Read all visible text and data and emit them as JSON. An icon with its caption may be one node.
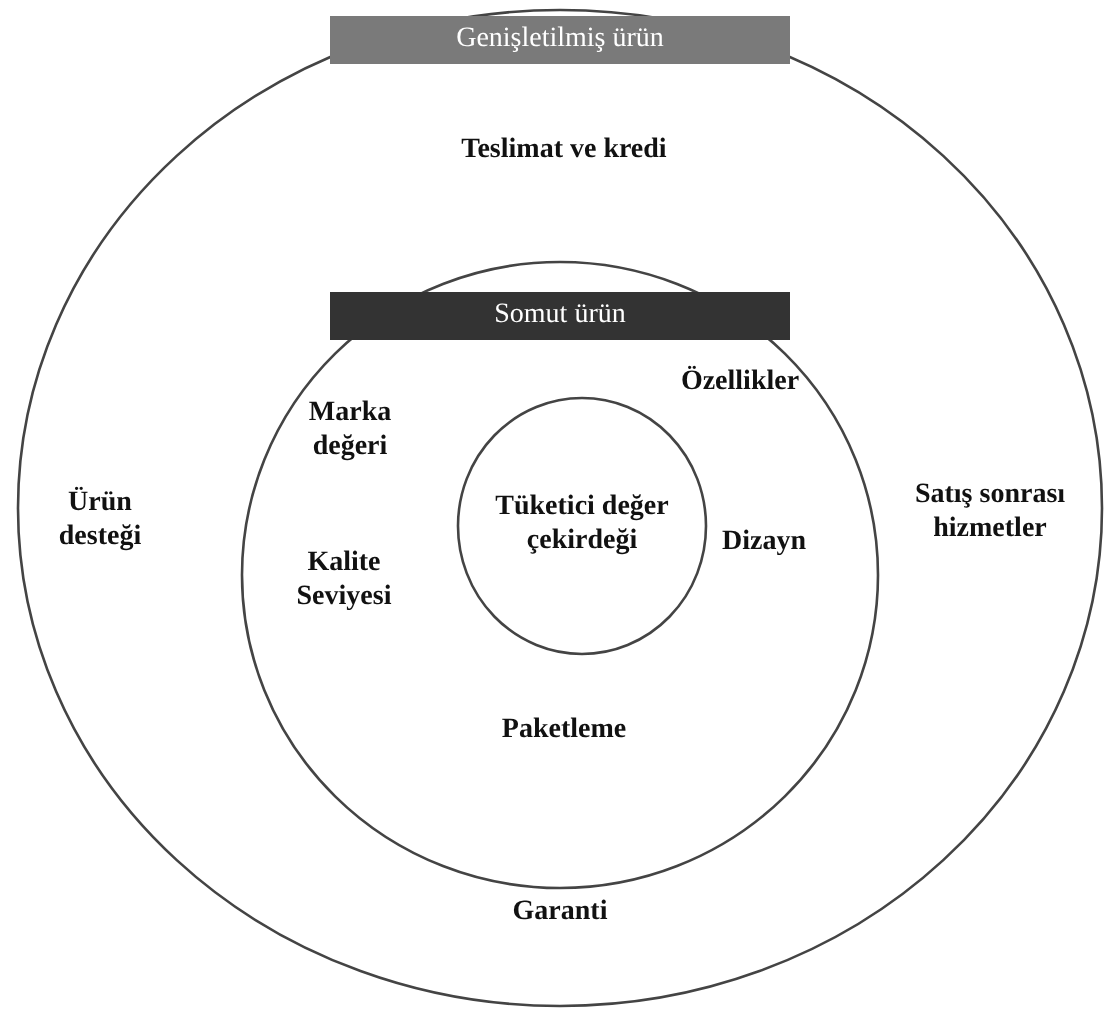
{
  "diagram": {
    "nodes": [
      {
        "text": [
          "Genişletilmiş ürün",
          "Teslimat ve kredi",
          "Ürün desteği",
          "Satış sonrası hizmetler",
          "Garanti"
        ]
      },
      {
        "text": [
          "Somut ürün",
          "Marka değeri",
          "Özellikler",
          "Kalite Seviyesi",
          "Dizayn",
          "Paketleme"
        ],
        "in": 0
      },
      {
        "text": [
          "Tüketici değer çekirdeği"
        ],
        "in": 1
      }
    ],
    "edges": []
  }
}
